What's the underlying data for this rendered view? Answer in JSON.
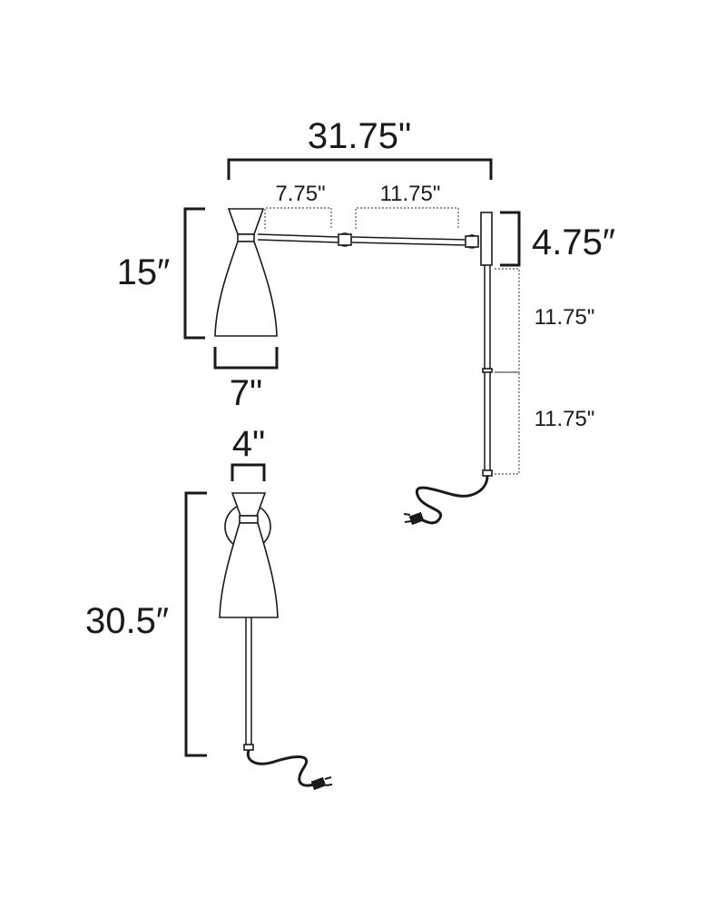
{
  "dimensions": {
    "overall_width": "31.75\"",
    "shade_to_joint": "7.75\"",
    "joint_to_joint": "11.75\"",
    "backplate_height": "4.75″",
    "shade_height": "15″",
    "shade_width": "7\"",
    "rod_upper": "11.75\"",
    "rod_lower": "11.75\"",
    "front_width": "4\"",
    "front_height": "30.5″"
  }
}
